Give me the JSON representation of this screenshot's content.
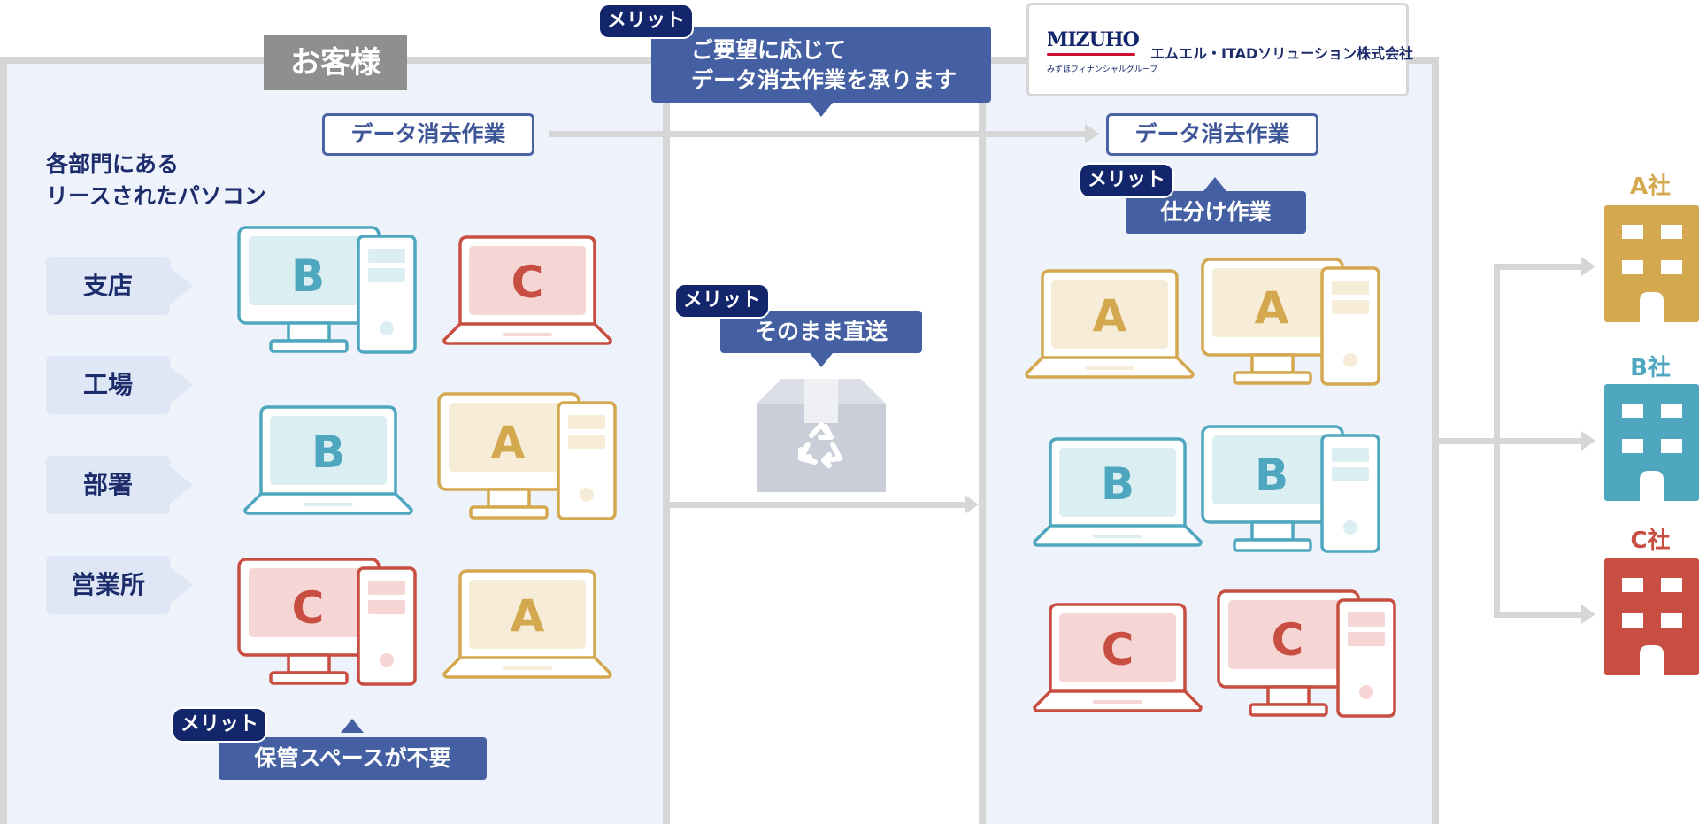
{
  "colors": {
    "A": {
      "stroke": "#d4a84f",
      "fill": "#f6ecd7",
      "text": "#d4a84f"
    },
    "B": {
      "stroke": "#4fa7bf",
      "fill": "#dbeef2",
      "text": "#4fa7bf"
    },
    "C": {
      "stroke": "#c84e41",
      "fill": "#f5d6d4",
      "text": "#c84e41"
    },
    "navy": "#13266b",
    "bubble": "#4460a3"
  },
  "customer": {
    "header": "お客様",
    "pc_label_line1": "各部門にある",
    "pc_label_line2": "リースされたパソコン",
    "departments": [
      "支店",
      "工場",
      "部署",
      "営業所"
    ]
  },
  "left_task": "データ消去作業",
  "right_task": "データ消去作業",
  "merit_label": "メリット",
  "bubbles": {
    "top_line1": "ご要望に応じて",
    "top_line2": "データ消去作業を承ります",
    "direct": "そのまま直送",
    "storage": "保管スペースが不要",
    "sorting": "仕分け作業"
  },
  "logo": {
    "brand": "MIZUHO",
    "group": "みずほフィナンシャルグループ",
    "company": "エムエル・ITADソリューション株式会社"
  },
  "companies": [
    {
      "key": "A",
      "label": "A社"
    },
    {
      "key": "B",
      "label": "B社"
    },
    {
      "key": "C",
      "label": "C社"
    }
  ],
  "devices": {
    "left_B_desktop": "B",
    "left_C_laptop": "C",
    "left_B_laptop": "B",
    "left_A_desktop": "A",
    "left_C_desktop": "C",
    "left_A_laptop": "A",
    "right_A_laptop": "A",
    "right_A_desktop": "A",
    "right_B_laptop": "B",
    "right_B_desktop": "B",
    "right_C_laptop": "C",
    "right_C_desktop": "C"
  },
  "icons": {
    "box": "recycle-box-icon",
    "building": "building-icon"
  }
}
